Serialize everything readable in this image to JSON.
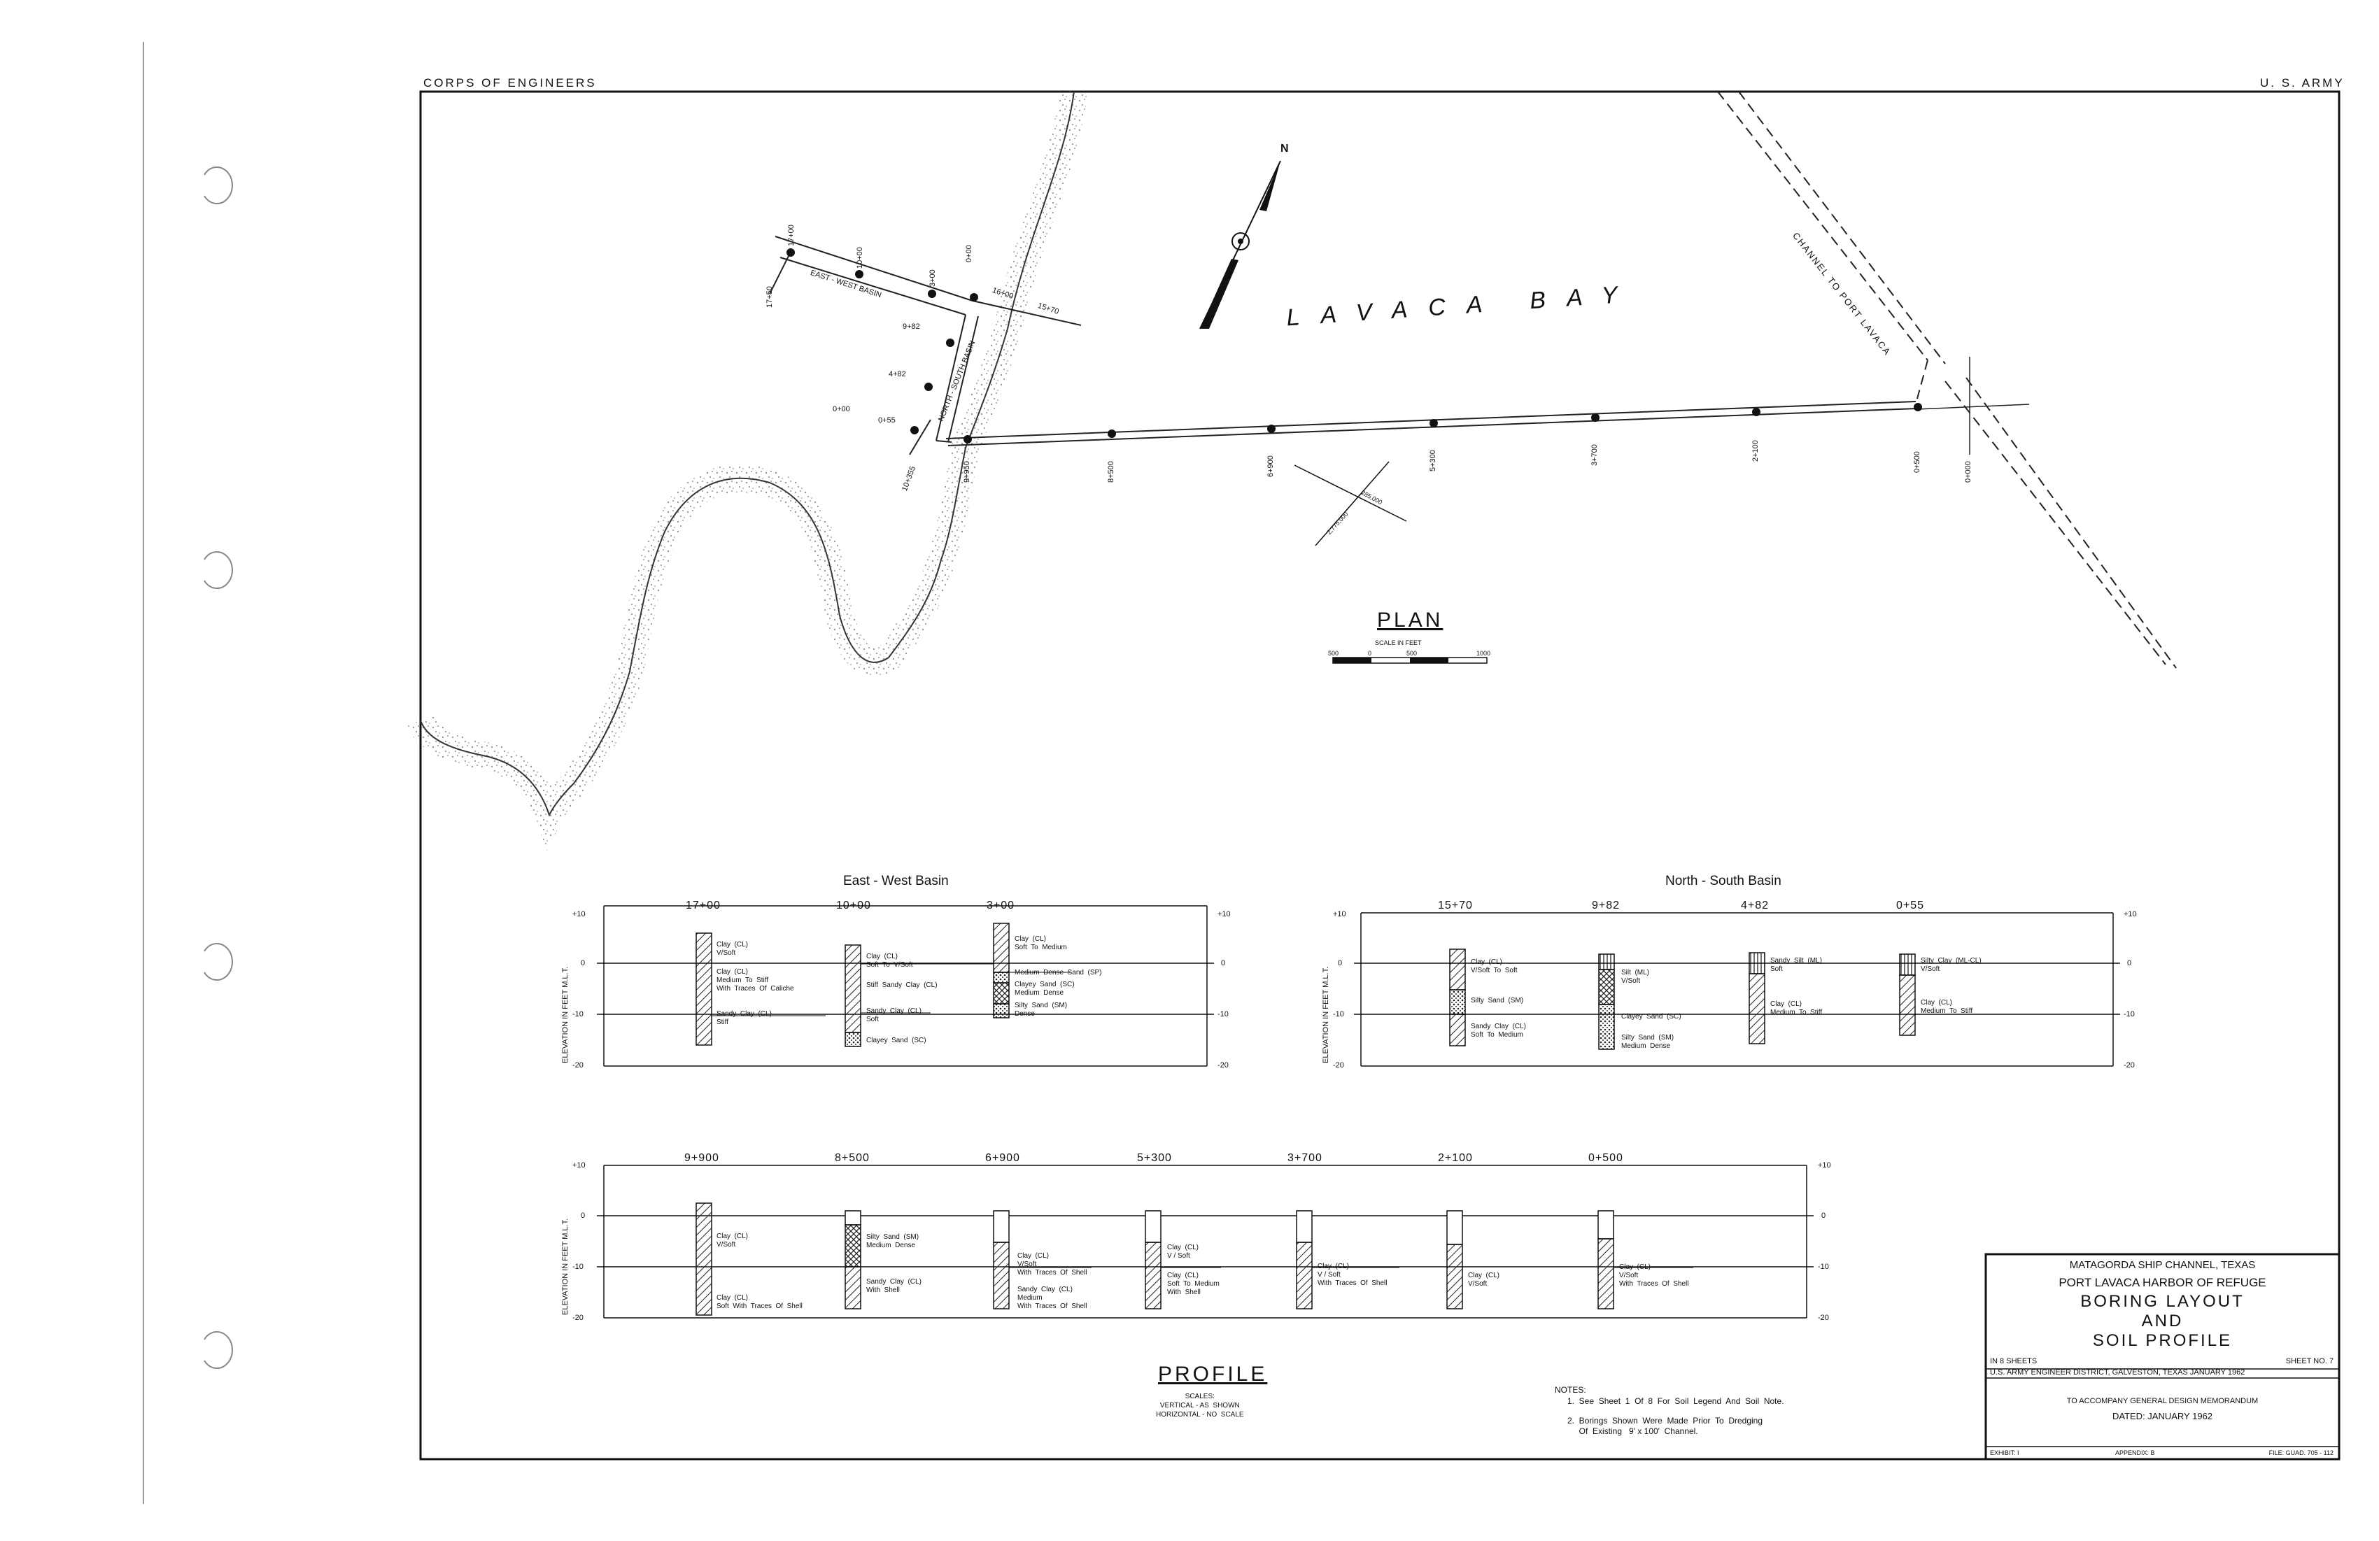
{
  "header": {
    "left": "CORPS   OF   ENGINEERS",
    "right": "U. S.  ARMY"
  },
  "plan": {
    "bay_label": "LAVACA   BAY",
    "channel_label": "CHANNEL TO PORT LAVACA",
    "north_label": "N",
    "title": "PLAN",
    "scale_title": "SCALE  IN  FEET",
    "scale_ticks": [
      "500",
      "0",
      "500",
      "1000"
    ],
    "basin_labels": {
      "east_west": "EAST - WEST  BASIN",
      "north_south": "NORTH - SOUTH  BASIN"
    },
    "ew_stations": [
      "17+00",
      "10+00",
      "3+00",
      "0+00",
      "17+50",
      "16+00",
      "15+70"
    ],
    "ns_stations": [
      "9+82",
      "4+82",
      "0+00",
      "0+55",
      "10+355"
    ],
    "main_stations": [
      "9+950",
      "8+500",
      "6+900",
      "5+300",
      "3+700",
      "2+100",
      "0+500",
      "0+000"
    ],
    "coords": [
      "2,775,000",
      "285,000"
    ]
  },
  "charts": {
    "east_west": {
      "title": "East - West  Basin",
      "stations": [
        "17+00",
        "10+00",
        "3+00"
      ],
      "y_ticks": [
        "+10",
        "0",
        "-10",
        "-20"
      ],
      "y_label": "ELEVATION   IN   FEET   M.L.T.",
      "labels": [
        "Clay  (CL)\nV/Soft",
        "Clay  (CL)\nMedium  To  Stiff\nWith  Traces  Of  Caliche",
        "Sandy  Clay  (CL)\nStiff",
        "Clay  (CL)\nSoft  To  V/Soft",
        "Stiff  Sandy  Clay  (CL)",
        "Sandy  Clay  (CL)\nSoft",
        "Clayey  Sand  (SC)",
        "Clay  (CL)\nSoft  To  Medium",
        "Medium  Dense  Sand  (SP)",
        "Clayey  Sand  (SC)\nMedium  Dense",
        "Silty  Sand  (SM)\nDense"
      ]
    },
    "north_south": {
      "title": "North - South  Basin",
      "stations": [
        "15+70",
        "9+82",
        "4+82",
        "0+55"
      ],
      "y_ticks": [
        "+10",
        "0",
        "-10",
        "-20"
      ],
      "y_label": "ELEVATION   IN   FEET   M.L.T.",
      "labels": [
        "Clay  (CL)\nV/Soft  To  Soft",
        "Silty  Sand  (SM)",
        "Sandy  Clay  (CL)\nSoft  To  Medium",
        "Silt  (ML)\nV/Soft",
        "Clayey  Sand  (SC)",
        "Silty  Sand  (SM)\nMedium  Dense",
        "Sandy  Silt  (ML)\nSoft",
        "Clay  (CL)\nMedium  To  Stiff",
        "Silty  Clay  (ML-CL)\nV/Soft",
        "Clay  (CL)\nMedium  To  Stiff"
      ]
    },
    "profile": {
      "stations": [
        "9+900",
        "8+500",
        "6+900",
        "5+300",
        "3+700",
        "2+100",
        "0+500"
      ],
      "y_ticks": [
        "+10",
        "0",
        "-10",
        "-20"
      ],
      "y_label": "ELEVATION   IN   FEET   M.L.T.",
      "labels": [
        "Clay  (CL)\nV/Soft",
        "Clay  (CL)\nSoft  With  Traces  Of  Shell",
        "Silty  Sand  (SM)\nMedium  Dense",
        "Sandy  Clay  (CL)\nWith  Shell",
        "Clay  (CL)\nV/Soft\nWith  Traces  Of  Shell",
        "Sandy  Clay  (CL)\nMedium\nWith  Traces  Of  Shell",
        "Clay  (CL)\nV / Soft",
        "Clay  (CL)\nSoft  To  Medium\nWith  Shell",
        "Clay  (CL)\nV / Soft\nWith  Traces  Of  Shell",
        "Clay  (CL)\nV/Soft",
        "Clay  (CL)\nV/Soft\nWith  Traces  Of  Shell"
      ]
    }
  },
  "profile_title": "PROFILE",
  "profile_scales": "SCALES:\nVERTICAL - AS  SHOWN\nHORIZONTAL - NO  SCALE",
  "notes": {
    "heading": "NOTES:",
    "items": [
      "1.  See  Sheet  1  Of  8  For  Soil  Legend  And  Soil  Note.",
      "2.  Borings  Shown  Were  Made  Prior  To  Dredging\n     Of  Existing   9' x 100'  Channel."
    ]
  },
  "title_block": {
    "line1": "MATAGORDA  SHIP  CHANNEL,  TEXAS",
    "line2": "PORT  LAVACA  HARBOR  OF  REFUGE",
    "line3": "BORING     LAYOUT",
    "line4": "AND",
    "line5": "SOIL     PROFILE",
    "sheets": "IN 8 SHEETS",
    "sheet_no": "SHEET  NO.  7",
    "district": "U.S. ARMY ENGINEER DISTRICT, GALVESTON, TEXAS     JANUARY  1962",
    "accompany": "TO  ACCOMPANY  GENERAL  DESIGN  MEMORANDUM",
    "dated": "DATED: JANUARY  1962",
    "exhibit": "EXHIBIT:  I",
    "appendix": "APPENDIX:  B",
    "file": "FILE: GUAD.  705 - 112"
  }
}
